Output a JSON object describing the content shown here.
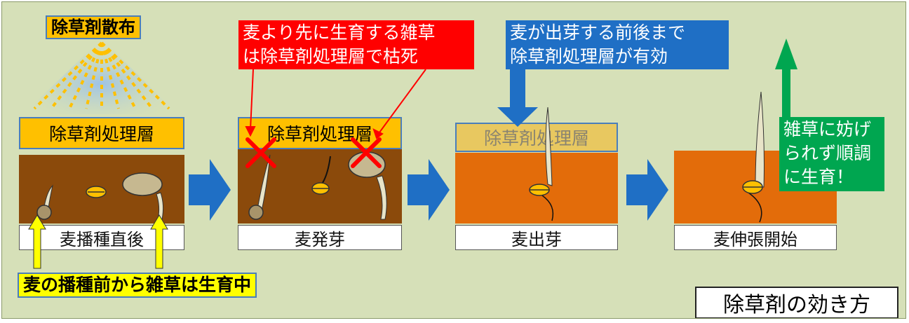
{
  "spray": {
    "label": "除草剤散布"
  },
  "callouts": {
    "weeds_killed": {
      "line1": "麦より先に生育する雑草",
      "line2": "は除草剤処理層で枯死"
    },
    "effective_until": {
      "line1": "麦が出芽する前後まで",
      "line2": "除草剤処理層が有効"
    },
    "weeds_before_sowing": "麦の播種前から雑草は生育中",
    "wheat_grows": {
      "line1": "雑草に妨げ",
      "line2": "られず順調",
      "line3": "に生育！"
    }
  },
  "stages": [
    {
      "layer_label": "除草剤処理層",
      "label": "麦播種直後"
    },
    {
      "layer_label": "除草剤処理層",
      "label": "麦発芽"
    },
    {
      "layer_label": "除草剤処理層",
      "label": "麦出芽"
    },
    {
      "layer_label": "",
      "label": "麦伸張開始"
    }
  ],
  "caption": "除草剤の効き方",
  "colors": {
    "background": "#d6e0b8",
    "soil_dark": "#8b4a0b",
    "soil_light": "#e36c0a",
    "herbicide_layer": "#ffc000",
    "arrow_blue": "#1f6fc5",
    "callout_red": "#ff0000",
    "callout_blue": "#1f6fc5",
    "callout_green": "#00a650",
    "callout_yellow": "#ffff00",
    "cross_red": "#ff0000"
  },
  "icons": [
    "spray-arrows-icon",
    "cross-icon",
    "seed-icon",
    "sprout-icon",
    "right-arrow-icon",
    "up-arrow-icon",
    "down-arrow-icon"
  ]
}
